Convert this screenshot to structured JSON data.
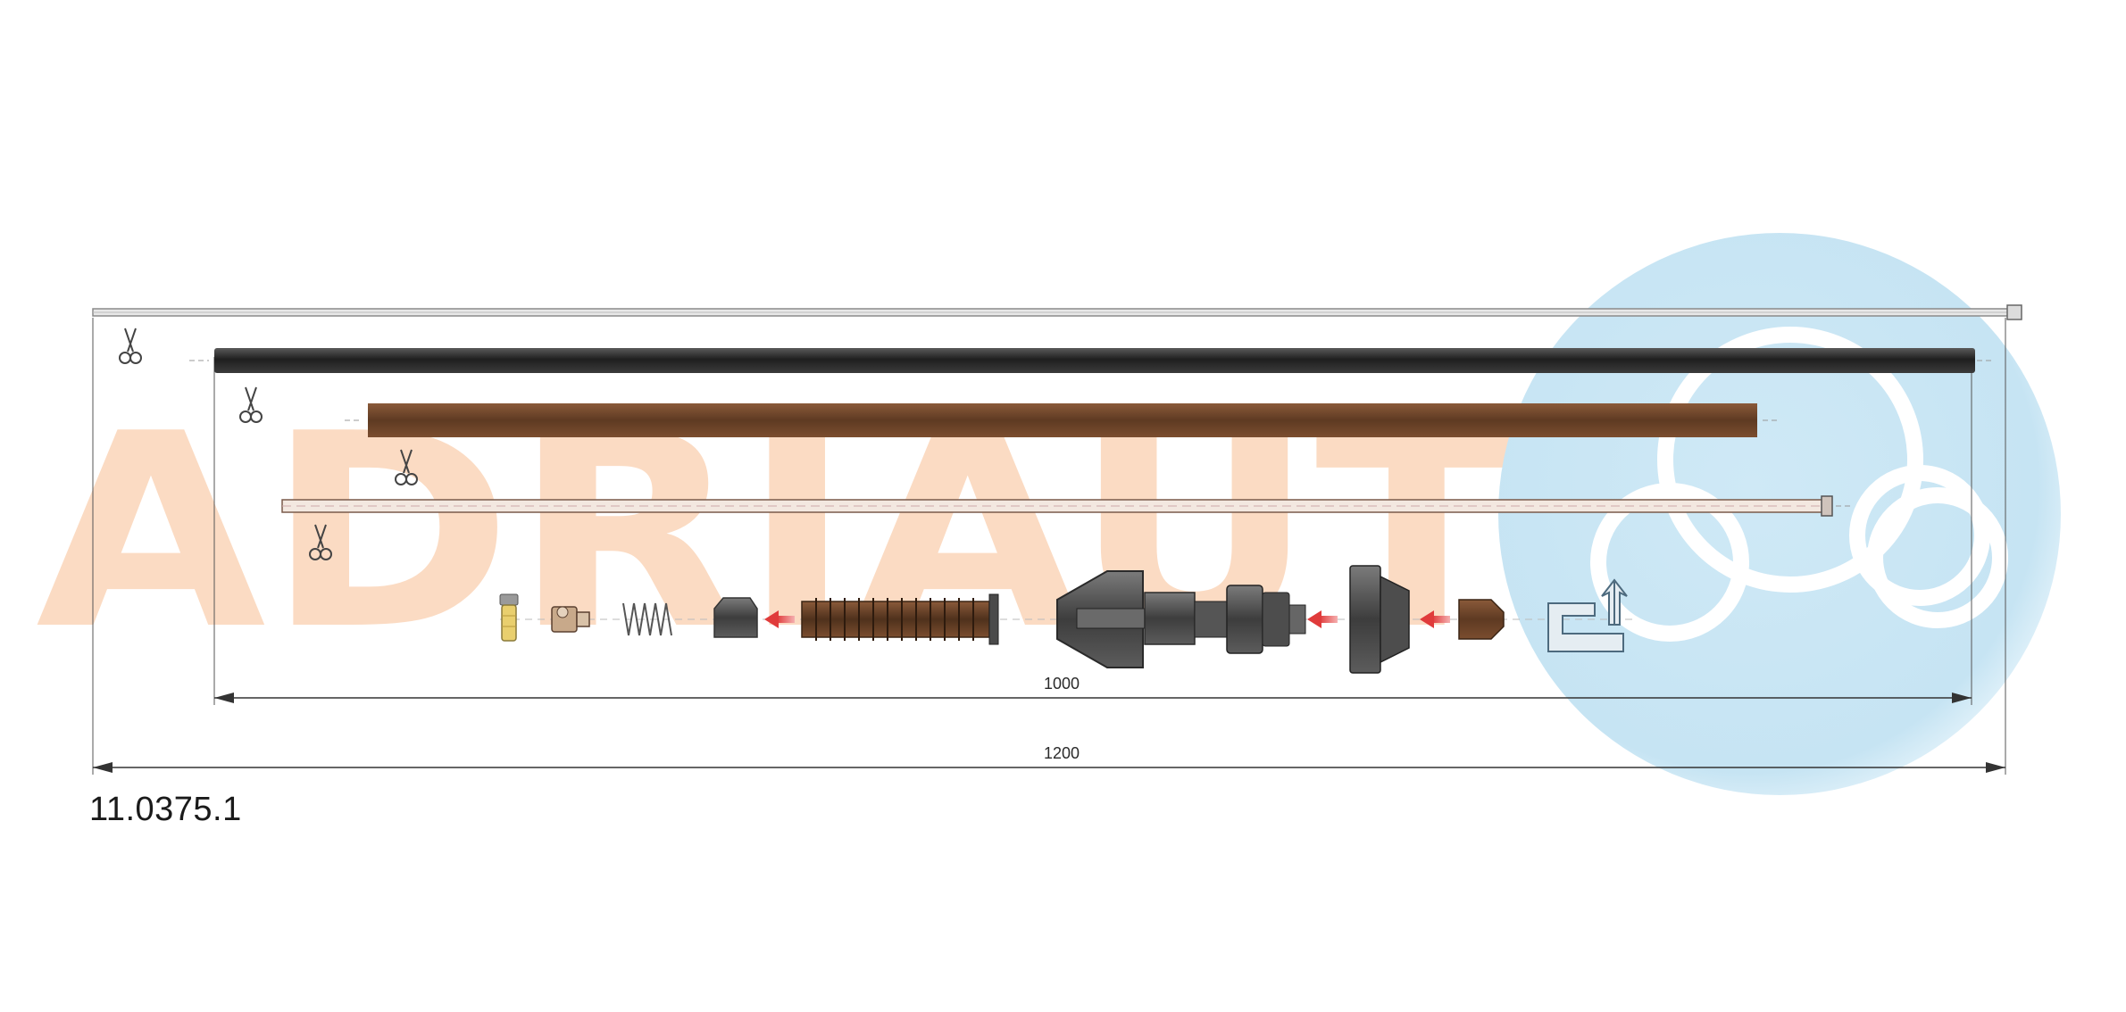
{
  "watermark": {
    "text": "ADRIAUT",
    "text_color": "#fbd8bd",
    "circle_color": "#cfe9f6"
  },
  "dimensions": {
    "inner_length": "1000",
    "overall_length": "1200"
  },
  "part_number": "11.0375.1",
  "colors": {
    "outer_casing": "#2e2e2e",
    "inner_sleeve": "#7a4a2a",
    "bellows": "#6d4326",
    "end_cap": "#5b5b5b",
    "clip": "#9fb2bf",
    "nipple": "#e9cf6e",
    "arrow": "#e03b3b",
    "dimension_line": "#333333"
  },
  "icons": {
    "cut_mark": "scissors-icon",
    "assembly_direction": "red-arrow-icon"
  }
}
